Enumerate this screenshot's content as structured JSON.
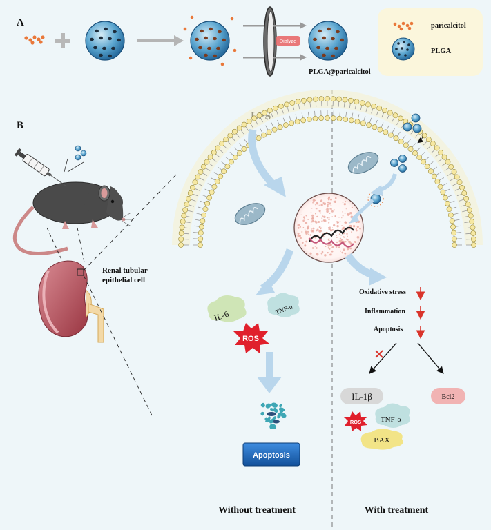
{
  "panels": {
    "a": "A",
    "b": "B"
  },
  "legend": {
    "paricalcitol": "paricalcitol",
    "plga": "PLGA"
  },
  "panel_a": {
    "dialyze": "Dialyze",
    "product": "PLGA@paricalcitol"
  },
  "panel_b": {
    "lps": "LPS",
    "cell": [
      "Renal tubular",
      "epithelial cell"
    ],
    "left": {
      "il6": "IL-6",
      "tnf": "TNF-α",
      "ros": "ROS",
      "apoptosis": "Apoptosis",
      "caption": "Without treatment"
    },
    "right": {
      "effects": [
        "Oxidative stress",
        "Inflammation",
        "Apoptosis"
      ],
      "il1b": "IL-1β",
      "bcl2": "Bcl2",
      "ros": "ROS",
      "tnf": "TNF-α",
      "bax": "BAX",
      "caption": "With treatment"
    }
  },
  "colors": {
    "background": "#eef6f9",
    "arrow_blue": "#b9d6ec",
    "ros_red": "#e0202c",
    "apoptosis_blue": "#1a63b3",
    "down_arrow": "#d9342b"
  }
}
